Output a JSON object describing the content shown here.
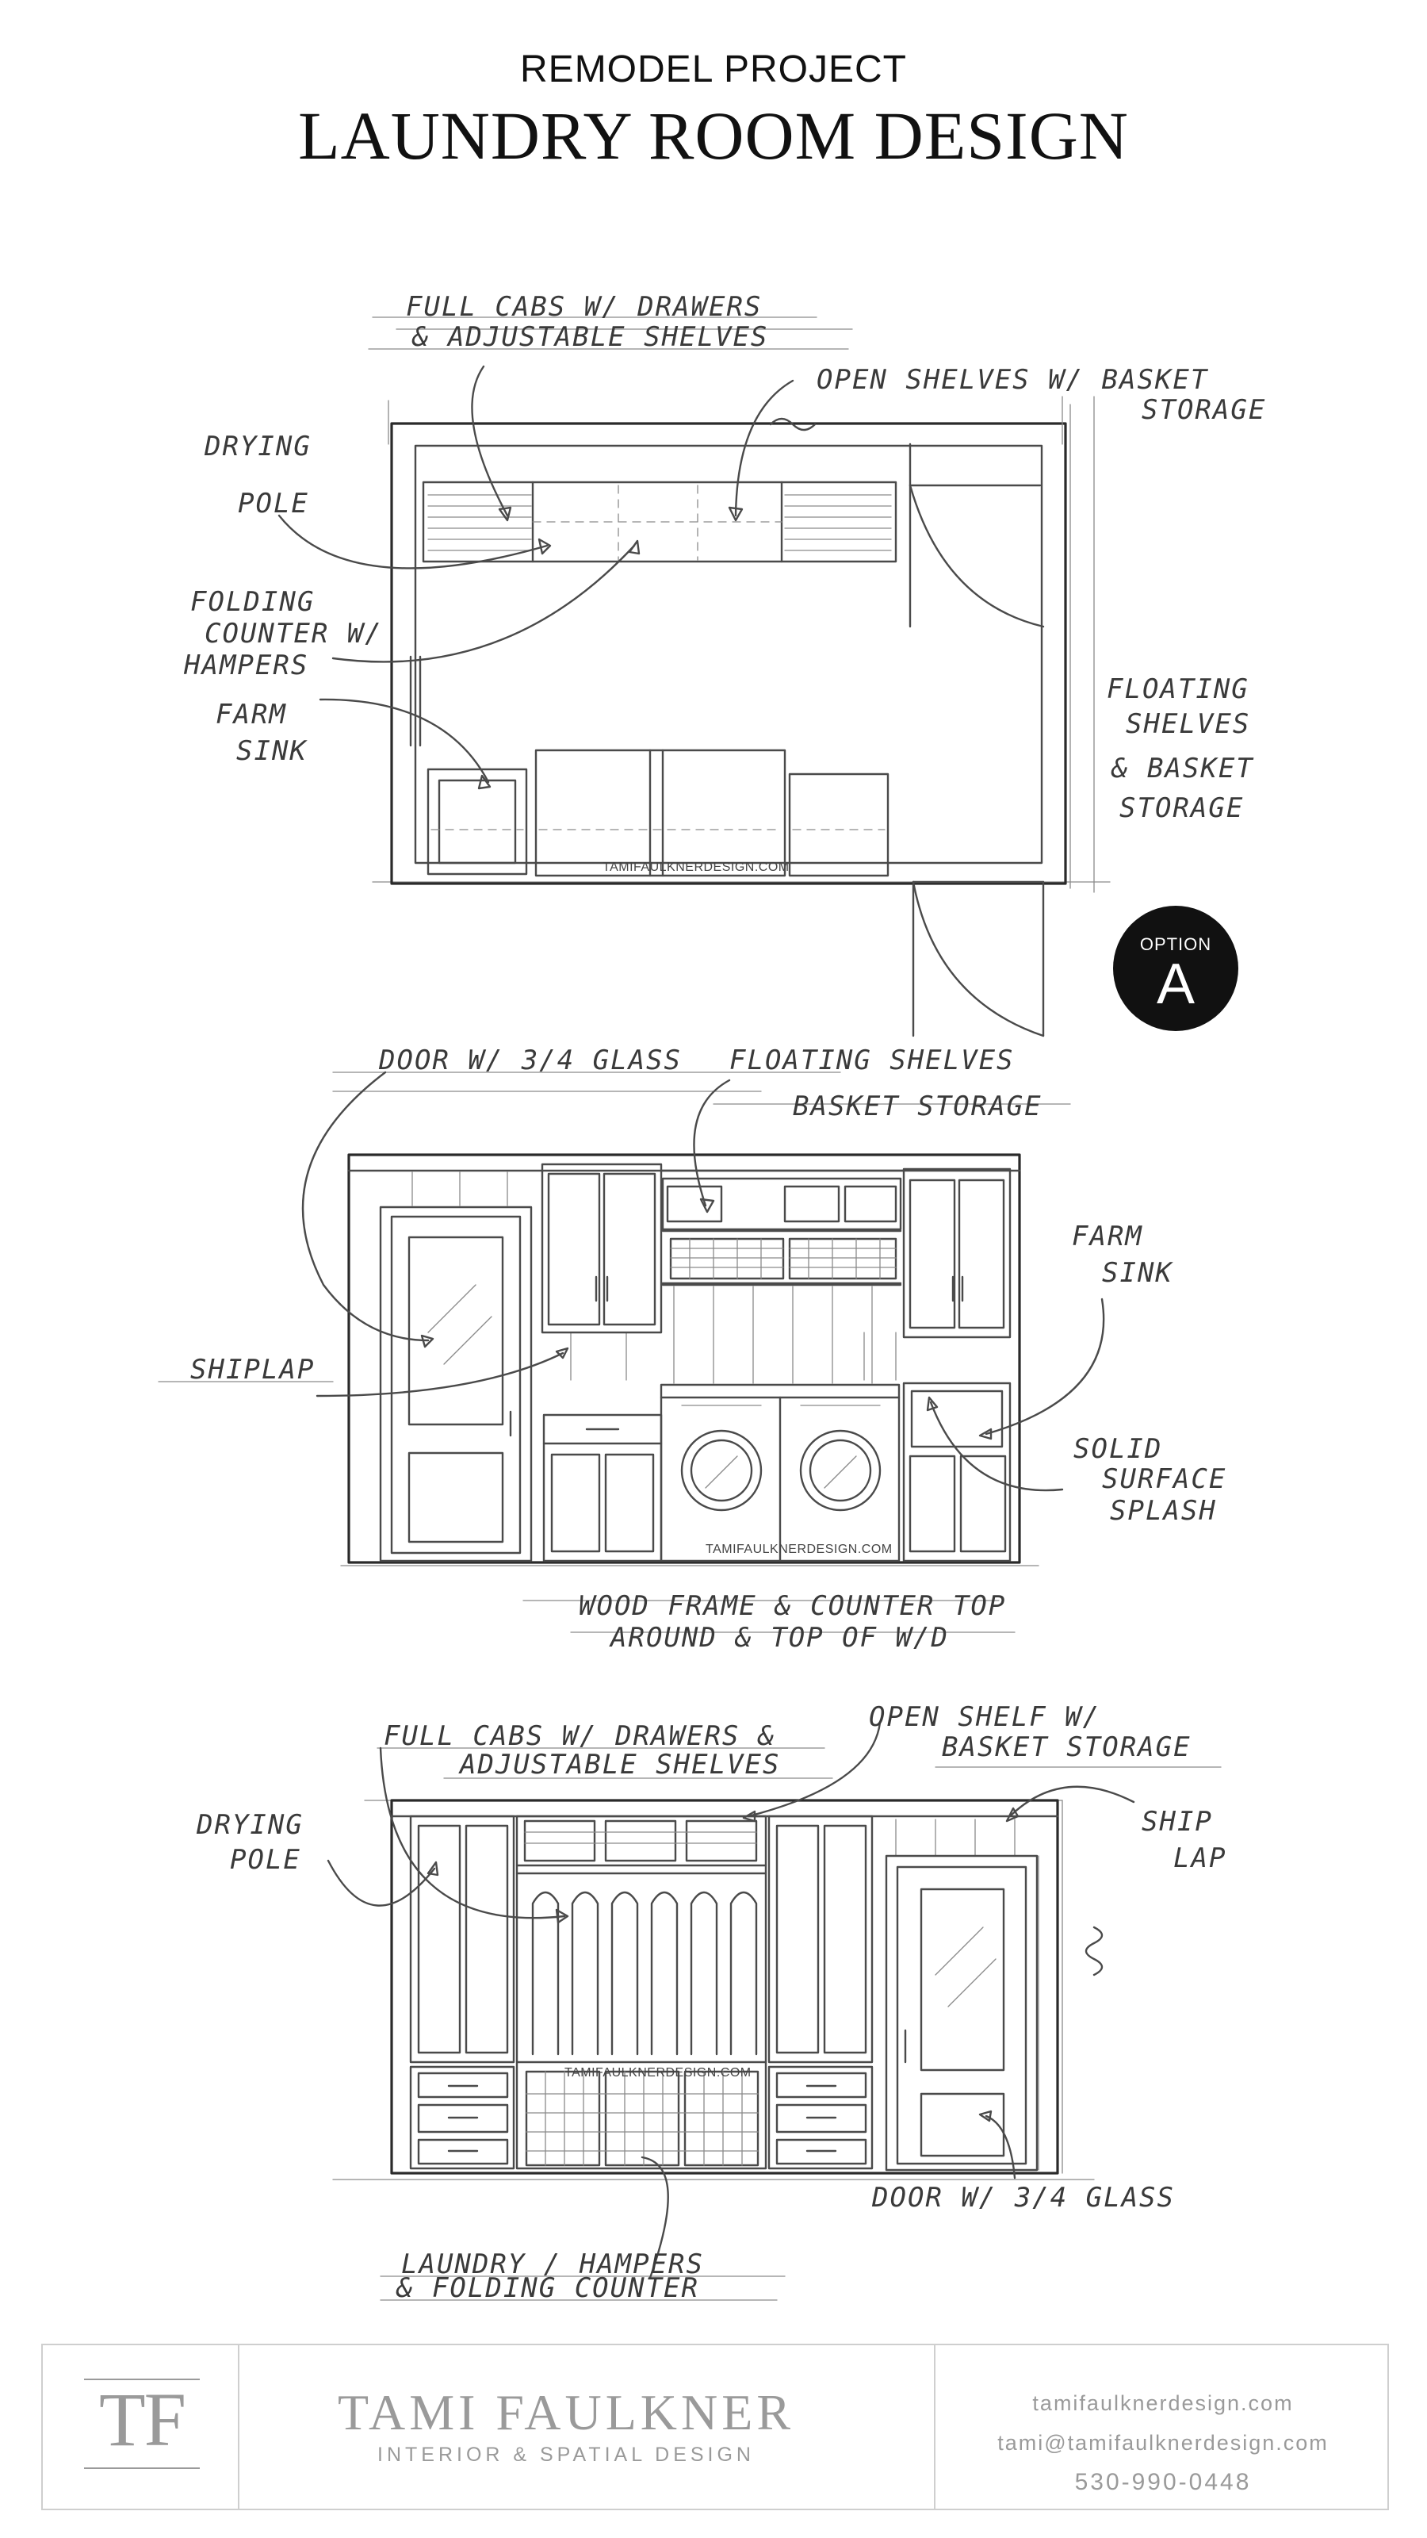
{
  "header": {
    "eyebrow": "REMODEL PROJECT",
    "title": "LAUNDRY ROOM DESIGN"
  },
  "watermark": "TAMIFAULKNERDESIGN.COM",
  "plan": {
    "annotations": {
      "full_cabs": [
        "FULL CABS W/ DRAWERS",
        "& ADJUSTABLE SHELVES"
      ],
      "open_shelves": [
        "OPEN SHELVES W/ BASKET",
        "STORAGE"
      ],
      "drying_pole": [
        "DRYING",
        "POLE"
      ],
      "folding_counter": [
        "FOLDING",
        "COUNTER W/",
        "HAMPERS"
      ],
      "farm_sink": [
        "FARM",
        "SINK"
      ],
      "floating_shelves": [
        "FLOATING",
        "SHELVES",
        "& BASKET",
        "STORAGE"
      ]
    }
  },
  "option_badge": {
    "label": "OPTION",
    "letter": "A"
  },
  "elevation1": {
    "annotations": {
      "door": [
        "DOOR W/ 3/4 GLASS"
      ],
      "floating_shelves": [
        "FLOATING SHELVES",
        "BASKET STORAGE"
      ],
      "farm_sink": [
        "FARM",
        "SINK"
      ],
      "shiplap": [
        "SHIPLAP"
      ],
      "solid_surface": [
        "SOLID",
        "SURFACE",
        "SPLASH"
      ],
      "wood_frame": [
        "WOOD FRAME & COUNTER TOP",
        "AROUND & TOP OF W/D"
      ]
    }
  },
  "elevation2": {
    "annotations": {
      "full_cabs": [
        "FULL CABS W/ DRAWERS &",
        "ADJUSTABLE SHELVES"
      ],
      "open_shelf": [
        "OPEN SHELF W/",
        "BASKET STORAGE"
      ],
      "drying_pole": [
        "DRYING",
        "POLE"
      ],
      "ship_lap": [
        "SHIP",
        "LAP"
      ],
      "laundry_hampers": [
        "LAUNDRY / HAMPERS",
        "& FOLDING COUNTER"
      ],
      "door": [
        "DOOR W/ 3/4 GLASS"
      ]
    }
  },
  "footer": {
    "monogram": "TF",
    "brand_name": "TAMI FAULKNER",
    "tagline": "INTERIOR & SPATIAL DESIGN",
    "website": "tamifaulknerdesign.com",
    "email": "tami@tamifaulknerdesign.com",
    "phone": "530-990-0448"
  }
}
